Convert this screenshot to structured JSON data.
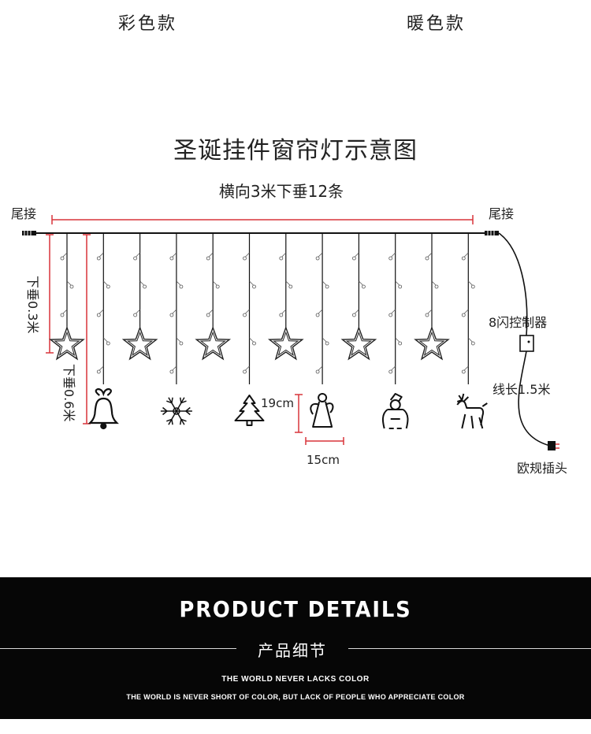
{
  "variants": {
    "colorful": "彩色款",
    "warm": "暖色款"
  },
  "diagram": {
    "title": "圣诞挂件窗帘灯示意图",
    "width_label": "横向3米下垂12条",
    "tail_left": "尾接",
    "tail_right": "尾接",
    "drop_short": "下垂0.3米",
    "drop_long": "下垂0.6米",
    "controller": "8闪控制器",
    "cable_length": "线长1.5米",
    "plug": "欧规插头",
    "pendant_height": "19cm",
    "pendant_width": "15cm",
    "pendants": [
      "star",
      "bell",
      "star",
      "snowflake",
      "star",
      "christmas-tree",
      "star",
      "angel",
      "star",
      "santa",
      "star",
      "reindeer"
    ],
    "colors": {
      "measure": "#d9343a",
      "wire": "#111111"
    }
  },
  "details": {
    "title": "PRODUCT DETAILS",
    "subtitle": "产品细节",
    "tagline_1": "THE WORLD NEVER LACKS COLOR",
    "tagline_2": "THE WORLD IS NEVER SHORT OF COLOR, BUT LACK OF PEOPLE WHO APPRECIATE COLOR"
  }
}
